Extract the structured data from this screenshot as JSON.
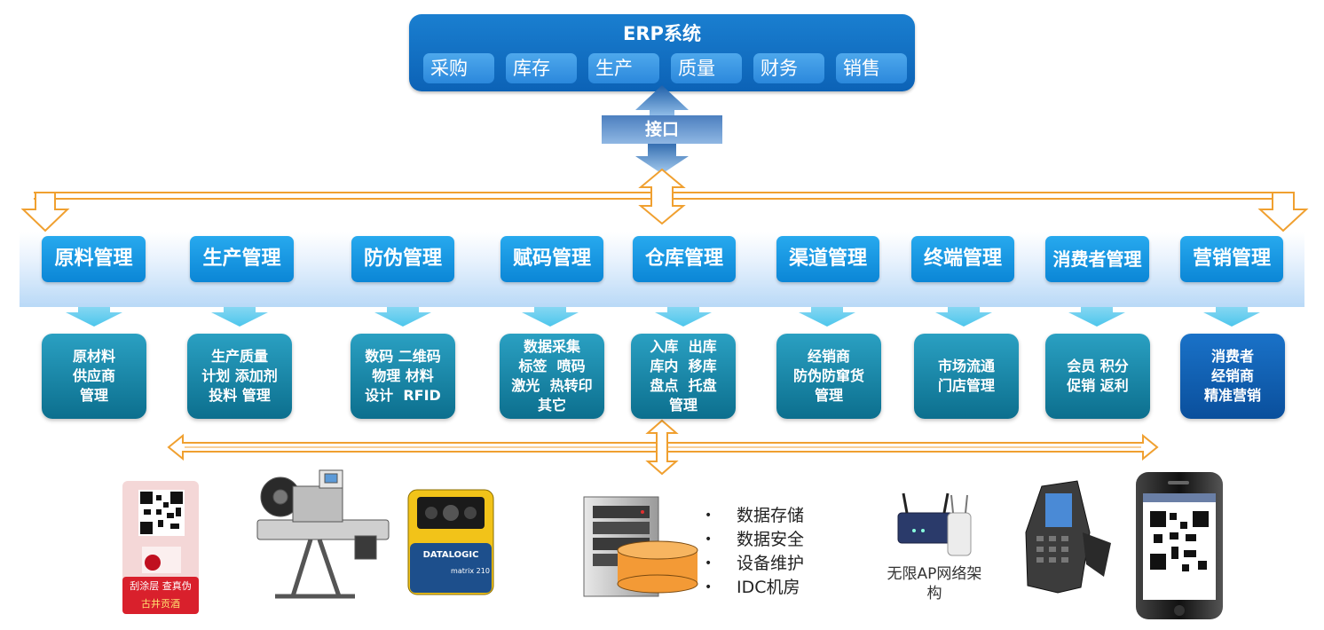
{
  "erp": {
    "title": "ERP系统",
    "modules": [
      "采购",
      "库存",
      "生产",
      "质量",
      "财务",
      "销售"
    ]
  },
  "interface_label": "接口",
  "management": [
    {
      "label": "原料管理",
      "detail": [
        "原材料",
        "供应商",
        "管理"
      ]
    },
    {
      "label": "生产管理",
      "detail": [
        "生产质量",
        "计划 添加剂",
        "投料 管理"
      ]
    },
    {
      "label": "防伪管理",
      "detail": [
        "数码 二维码",
        "物理 材料",
        "设计  RFID"
      ]
    },
    {
      "label": "赋码管理",
      "detail": [
        "数据采集",
        "标签  喷码",
        "激光  热转印",
        "其它"
      ]
    },
    {
      "label": "仓库管理",
      "detail": [
        "入库  出库",
        "库内  移库",
        "盘点  托盘",
        "管理"
      ]
    },
    {
      "label": "渠道管理",
      "detail": [
        "经销商",
        "防伪防窜货",
        "管理"
      ]
    },
    {
      "label": "终端管理",
      "detail": [
        "市场流通",
        "门店管理"
      ]
    },
    {
      "label": "消费者管理",
      "detail": [
        "会员 积分",
        "促销 返利"
      ]
    },
    {
      "label": "营销管理",
      "detail": [
        "消费者",
        "经销商",
        "精准营销"
      ]
    }
  ],
  "server_bullets": [
    "数据存储",
    "数据安全",
    "设备维护",
    "IDC机房"
  ],
  "wireless_label": "无限AP网络架构",
  "images": {
    "label_sticker_text": [
      "刮涂层 查真伪",
      "古井贡酒"
    ],
    "scanner_brand": "DATALOGIC",
    "scanner_model": "matrix 210"
  },
  "colors": {
    "erp_blue": "#0c62b6",
    "mgmt_blue": "#0b86d6",
    "detail_teal": "#0c6f8e",
    "arrow_orange": "#f0a030"
  }
}
